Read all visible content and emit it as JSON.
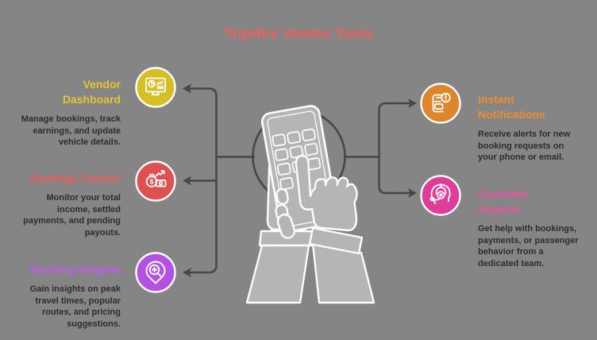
{
  "background_color": "#858585",
  "connector_color": "#474747",
  "body_text_color": "#2d2d2d",
  "icon_stroke_color": "#ffffff",
  "title": {
    "text": "TripHire Vendor Tools",
    "color": "#F15D5D"
  },
  "illustration": {
    "name": "hands-holding-phone",
    "fill": "#b5b5b5",
    "stroke": "#fcfcfc",
    "circle_stroke": "#474747"
  },
  "icons": {
    "dollar_symbol": "$"
  },
  "left_items": [
    {
      "id": "vendor-dashboard",
      "heading_lines": [
        "Vendor",
        "Dashboard"
      ],
      "heading_color": "#E5C52F",
      "circle_color": "#D5BF25",
      "icon": "dashboard-monitor-icon",
      "description_lines": [
        "Manage bookings, track",
        "earnings, and update",
        "vehicle details."
      ]
    },
    {
      "id": "earnings-tracker",
      "heading_lines": [
        "Earnings Tracker"
      ],
      "heading_color": "#EE5B5B",
      "circle_color": "#DF5050",
      "icon": "money-bag-growth-icon",
      "description_lines": [
        "Monitor your total",
        "income, settled",
        "payments, and pending",
        "payouts."
      ]
    },
    {
      "id": "booking-insights",
      "heading_lines": [
        "Booking Insights"
      ],
      "heading_color": "#BE5BEF",
      "circle_color": "#B551E2",
      "icon": "location-search-icon",
      "description_lines": [
        "Gain insights on peak",
        "travel times, popular",
        "routes, and pricing",
        "suggestions."
      ]
    }
  ],
  "right_items": [
    {
      "id": "instant-notifications",
      "heading_lines": [
        "Instant",
        "Notifications"
      ],
      "heading_color": "#ED8C33",
      "circle_color": "#DD862E",
      "icon": "phone-alert-icon",
      "description_lines": [
        "Receive alerts for new",
        "booking requests on",
        "your phone or email."
      ]
    },
    {
      "id": "customer-support",
      "heading_lines": [
        "Customer",
        "Support"
      ],
      "heading_color": "#E754A5",
      "circle_color": "#DF3D99",
      "icon": "headset-agent-icon",
      "description_lines": [
        "Get help with bookings,",
        "payments, or passenger",
        "behavior from a",
        "dedicated team."
      ]
    }
  ]
}
